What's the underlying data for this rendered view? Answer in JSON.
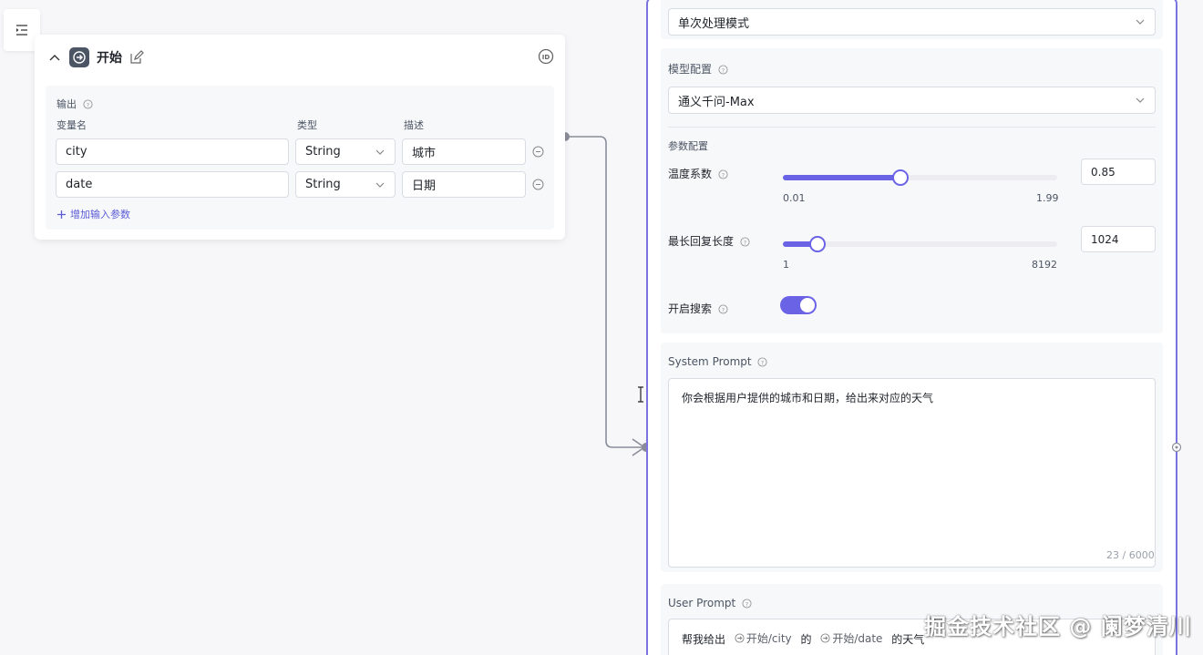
{
  "start_node": {
    "title": "开始",
    "output_label": "输出",
    "columns": {
      "name": "变量名",
      "type": "类型",
      "desc": "描述"
    },
    "rows": [
      {
        "name": "city",
        "type": "String",
        "desc": "城市"
      },
      {
        "name": "date",
        "type": "String",
        "desc": "日期"
      }
    ],
    "add_param": "增加输入参数"
  },
  "llm_panel": {
    "mode_select": "单次处理模式",
    "model_config_label": "模型配置",
    "model_select": "通义千问-Max",
    "param_config_label": "参数配置",
    "temperature": {
      "label": "温度系数",
      "min": "0.01",
      "max": "1.99",
      "value": "0.85",
      "fraction": 0.43
    },
    "max_length": {
      "label": "最长回复长度",
      "min": "1",
      "max": "8192",
      "value": "1024",
      "fraction": 0.125
    },
    "search": {
      "label": "开启搜索",
      "enabled": true
    },
    "system_prompt": {
      "label": "System Prompt",
      "text": "你会根据用户提供的城市和日期，给出来对应的天气",
      "counter": "23 / 6000"
    },
    "user_prompt": {
      "label": "User Prompt",
      "prefix": "帮我给出",
      "var1": "开始/city",
      "mid": "的",
      "var2": "开始/date",
      "suffix": "的天气"
    }
  },
  "watermark": "掘金技术社区 @ 阑梦清川",
  "colors": {
    "accent": "#6b63e6",
    "panel_border": "#7b74e0",
    "connector": "#8a8d99"
  }
}
